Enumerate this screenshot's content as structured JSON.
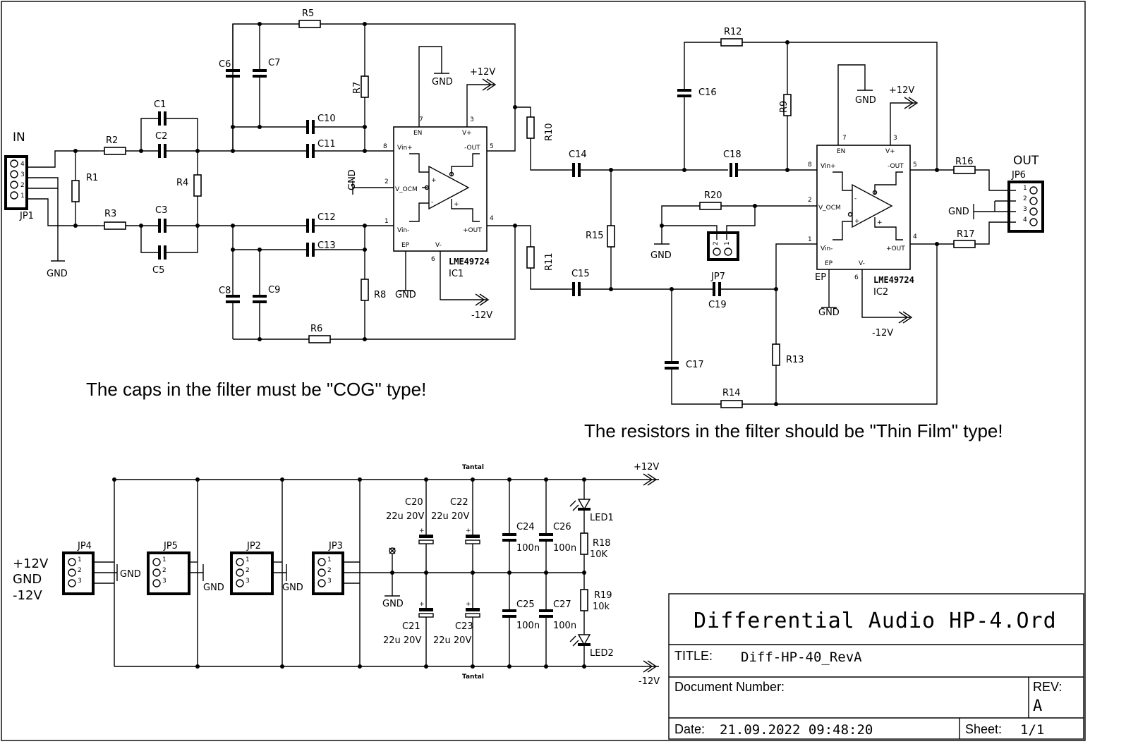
{
  "notes": {
    "caps": "The caps in the filter must be \"COG\" type!",
    "resistors": "The resistors in the filter should be \"Thin Film\" type!"
  },
  "connectors": {
    "in_label": "IN",
    "out_label": "OUT",
    "jp1": "JP1",
    "jp6": "JP6",
    "jp7": "JP7",
    "jp2": "JP2",
    "jp3": "JP3",
    "jp4": "JP4",
    "jp5": "JP5",
    "pins4": [
      "4",
      "3",
      "2",
      "1"
    ],
    "pins4_out": [
      "1",
      "2",
      "3",
      "4"
    ],
    "pins3": [
      "1",
      "2",
      "3"
    ],
    "jp7_pins": [
      "2",
      "1"
    ]
  },
  "power": {
    "gnd": "GND",
    "pos12": "+12V",
    "neg12": "-12V",
    "supply_labels": [
      "+12V",
      "GND",
      "-12V"
    ],
    "tantal": "Tantal"
  },
  "ic": {
    "ic1": "IC1",
    "ic2": "IC2",
    "part": "LME49724",
    "pins": {
      "en": "EN",
      "vplus": "V+",
      "vinp": "Vin+",
      "vinn": "Vin-",
      "vocm": "V_OCM",
      "outn": "-OUT",
      "outp": "+OUT",
      "ep": "EP",
      "vminus": "V-"
    },
    "pin_numbers": {
      "p1": "1",
      "p2": "2",
      "p3": "3",
      "p4": "4",
      "p5": "5",
      "p6": "6",
      "p7": "7",
      "p8": "8"
    }
  },
  "components": {
    "R1": "R1",
    "R2": "R2",
    "R3": "R3",
    "R4": "R4",
    "R5": "R5",
    "R6": "R6",
    "R7": "R7",
    "R8": "R8",
    "R9": "R9",
    "R10": "R10",
    "R11": "R11",
    "R12": "R12",
    "R13": "R13",
    "R14": "R14",
    "R15": "R15",
    "R16": "R16",
    "R17": "R17",
    "R18": "R18",
    "R19": "R19",
    "R20": "R20",
    "R18v": "10K",
    "R19v": "10k",
    "C1": "C1",
    "C2": "C2",
    "C3": "C3",
    "C5": "C5",
    "C6": "C6",
    "C7": "C7",
    "C8": "C8",
    "C9": "C9",
    "C10": "C10",
    "C11": "C11",
    "C12": "C12",
    "C13": "C13",
    "C14": "C14",
    "C15": "C15",
    "C16": "C16",
    "C17": "C17",
    "C18": "C18",
    "C19": "C19",
    "C20": "C20",
    "C21": "C21",
    "C22": "C22",
    "C23": "C23",
    "C24": "C24",
    "C25": "C25",
    "C26": "C26",
    "C27": "C27",
    "tant_val": "22u 20V",
    "cer_val": "100n",
    "LED1": "LED1",
    "LED2": "LED2"
  },
  "titleblock": {
    "heading": "Differential Audio HP-4.Ord",
    "title_label": "TITLE:",
    "title_value": "Diff-HP-40_RevA",
    "docnum_label": "Document Number:",
    "rev_label": "REV:",
    "rev_value": "A",
    "date_label": "Date:",
    "date_value": "21.09.2022 09:48:20",
    "sheet_label": "Sheet:",
    "sheet_value": "1/1"
  }
}
